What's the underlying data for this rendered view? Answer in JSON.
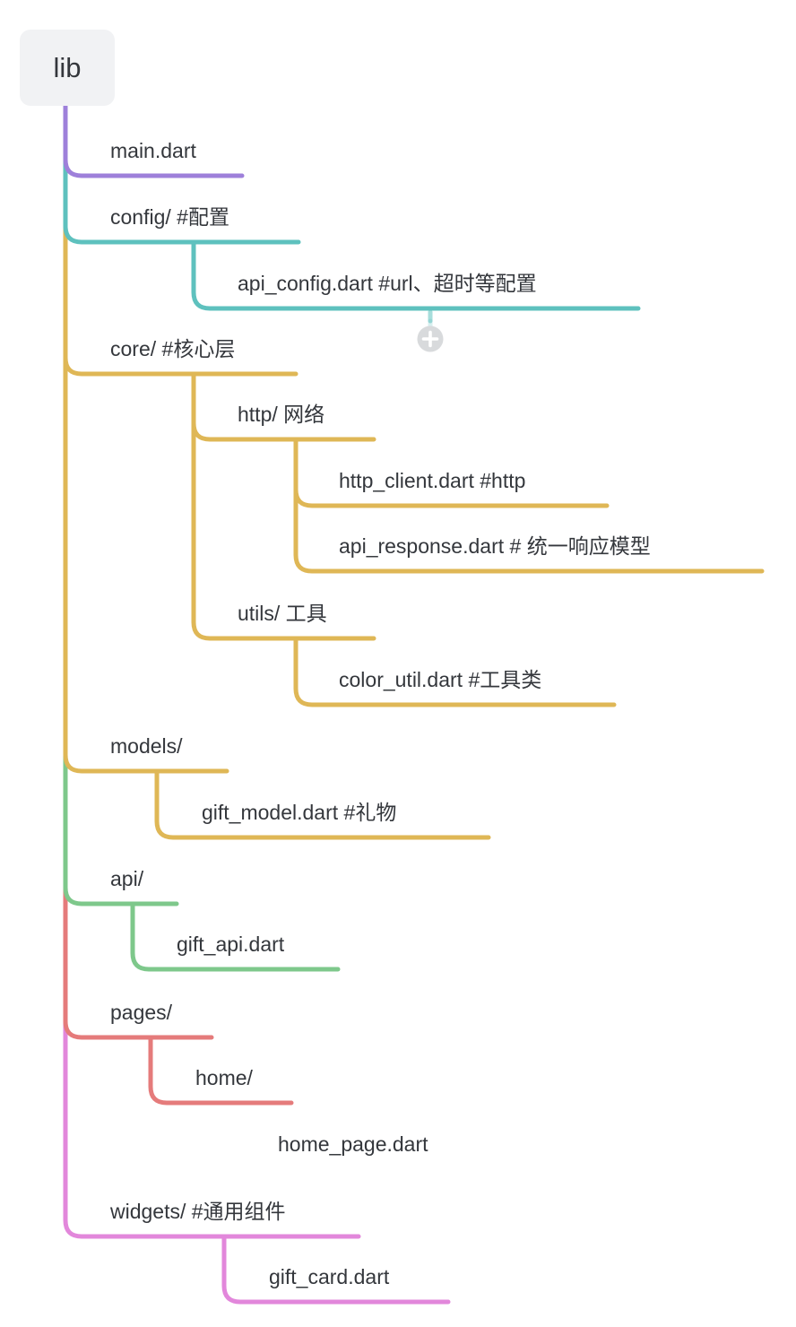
{
  "palette": {
    "purple": "#9E80DA",
    "teal": "#5EC1BE",
    "gold": "#DFB756",
    "green": "#7EC88B",
    "coral": "#E57B7B",
    "pink": "#E287DB",
    "plus_circle_bg": "#D8DADC",
    "plus_glyph": "#FFFFFF",
    "root_bg": "#F1F2F4",
    "text": "#34373C"
  },
  "icons": {
    "expand": "plus-icon"
  },
  "expand_button": {
    "symbol": "+"
  },
  "tree": {
    "label": "lib",
    "children": [
      {
        "label": "main.dart",
        "color": "#9E80DA"
      },
      {
        "label": "config/ #配置",
        "color": "#5EC1BE",
        "children": [
          {
            "label": "api_config.dart #url、超时等配置",
            "color": "#5EC1BE",
            "has_collapsed_children": true
          }
        ]
      },
      {
        "label": "core/ #核心层",
        "color": "#DFB756",
        "children": [
          {
            "label": "http/ 网络",
            "color": "#DFB756",
            "children": [
              {
                "label": "http_client.dart #http",
                "color": "#DFB756"
              },
              {
                "label": "api_response.dart # 统一响应模型",
                "color": "#DFB756"
              }
            ]
          },
          {
            "label": "utils/ 工具",
            "color": "#DFB756",
            "children": [
              {
                "label": "color_util.dart #工具类",
                "color": "#DFB756"
              }
            ]
          }
        ]
      },
      {
        "label": "models/",
        "color": "#DFB756",
        "children": [
          {
            "label": "gift_model.dart #礼物",
            "color": "#DFB756"
          }
        ]
      },
      {
        "label": "api/",
        "color": "#7EC88B",
        "children": [
          {
            "label": "gift_api.dart",
            "color": "#7EC88B"
          }
        ]
      },
      {
        "label": "pages/",
        "color": "#E57B7B",
        "children": [
          {
            "label": "home/",
            "color": "#E57B7B",
            "children": [
              {
                "label": "home_page.dart",
                "color": "#E57B7B"
              }
            ]
          }
        ]
      },
      {
        "label": "widgets/ #通用组件",
        "color": "#E287DB",
        "children": [
          {
            "label": "gift_card.dart",
            "color": "#E287DB"
          }
        ]
      }
    ]
  }
}
